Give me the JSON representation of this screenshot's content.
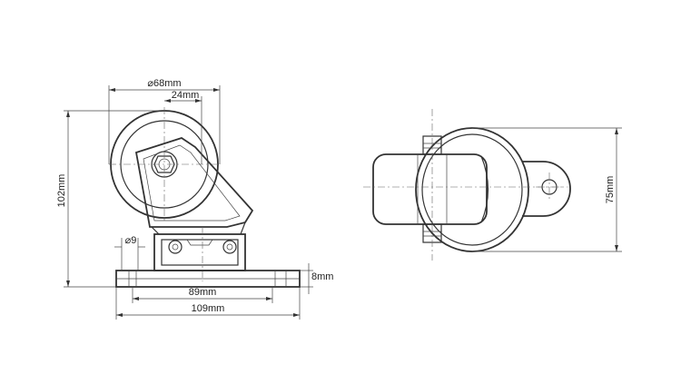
{
  "side_view": {
    "dim_wheel_diameter": "⌀68mm",
    "dim_wheel_width": "24mm",
    "dim_height": "102mm",
    "dim_hole": "⌀9",
    "dim_hole_spacing": "89mm",
    "dim_plate_length": "109mm",
    "dim_plate_thickness": "8mm"
  },
  "top_view": {
    "dim_plate_width": "75mm"
  }
}
